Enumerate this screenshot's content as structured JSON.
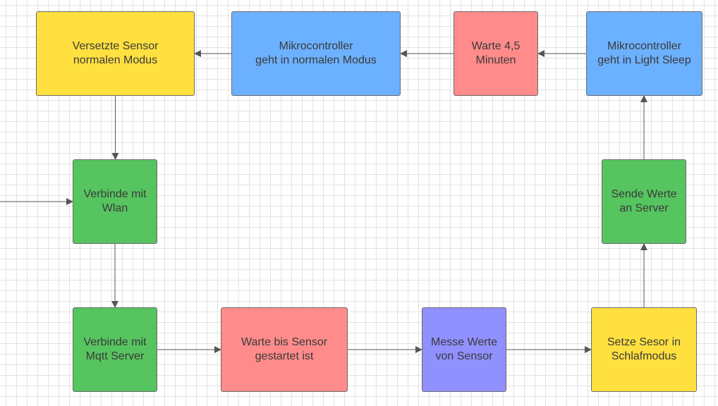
{
  "colors": {
    "yellow": "#FFE03F",
    "blue": "#6CB1FF",
    "red": "#FF8B8B",
    "green": "#56C45F",
    "purple": "#9090FF",
    "edge": "#555555"
  },
  "nodes": {
    "versetzte_sensor": {
      "label": "Versetzte Sensor\nnormalen Modus",
      "color": "yellow"
    },
    "mc_normal": {
      "label": "Mikrocontroller\ngeht in normalen Modus",
      "color": "blue"
    },
    "warte_45": {
      "label": "Warte 4,5\nMinuten",
      "color": "red"
    },
    "mc_light_sleep": {
      "label": "Mikrocontroller\ngeht in Light Sleep",
      "color": "blue"
    },
    "verbinde_wlan": {
      "label": "Verbinde mit\nWlan",
      "color": "green"
    },
    "sende_werte": {
      "label": "Sende Werte\nan Server",
      "color": "green"
    },
    "verbinde_mqtt": {
      "label": "Verbinde mit\nMqtt Server",
      "color": "green"
    },
    "warte_sensor": {
      "label": "Warte bis Sensor\ngestartet ist",
      "color": "red"
    },
    "messe_werte": {
      "label": "Messe Werte\nvon Sensor",
      "color": "purple"
    },
    "setze_sensor": {
      "label": "Setze Sesor in\nSchlafmodus",
      "color": "yellow"
    }
  },
  "edges": [
    {
      "from": "entry",
      "to": "verbinde_wlan"
    },
    {
      "from": "verbinde_wlan",
      "to": "verbinde_mqtt"
    },
    {
      "from": "verbinde_mqtt",
      "to": "warte_sensor"
    },
    {
      "from": "warte_sensor",
      "to": "messe_werte"
    },
    {
      "from": "messe_werte",
      "to": "setze_sensor"
    },
    {
      "from": "setze_sensor",
      "to": "sende_werte"
    },
    {
      "from": "sende_werte",
      "to": "mc_light_sleep"
    },
    {
      "from": "mc_light_sleep",
      "to": "warte_45"
    },
    {
      "from": "warte_45",
      "to": "mc_normal"
    },
    {
      "from": "mc_normal",
      "to": "versetzte_sensor"
    },
    {
      "from": "versetzte_sensor",
      "to": "verbinde_wlan"
    }
  ]
}
